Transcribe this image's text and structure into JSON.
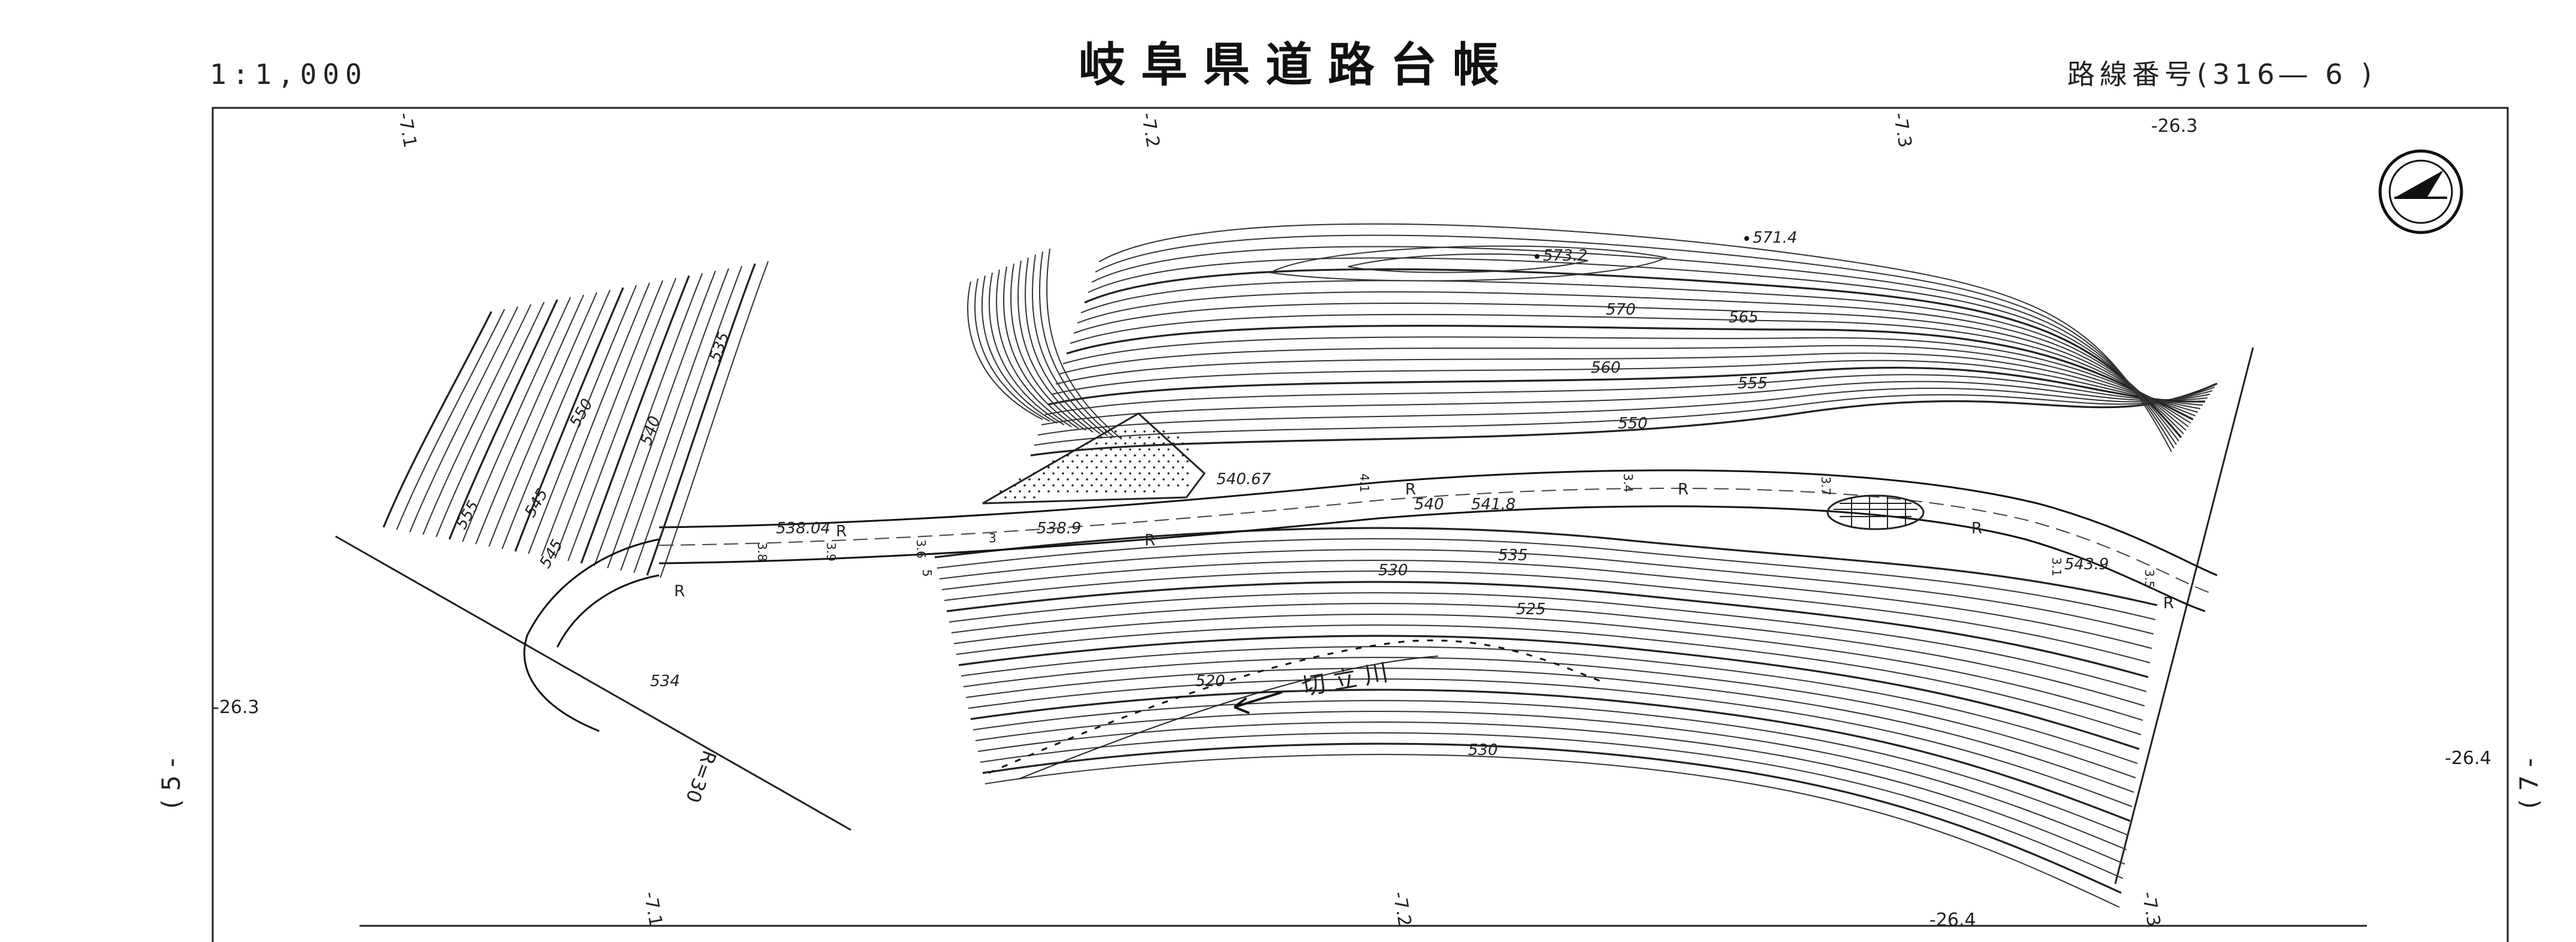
{
  "header": {
    "scale": "1:1,000",
    "title": "岐阜県道路台帳",
    "route_number": "路線番号(316― 6 )"
  },
  "sheet_refs": {
    "left": "( 5 -",
    "right": "( 7 -"
  },
  "grid_labels": {
    "top": [
      "-7.1",
      "-7.2",
      "-7.3"
    ],
    "bottom": [
      "-7.1",
      "-7.2",
      "-7.3"
    ],
    "left": "-26.3",
    "right": "-26.4",
    "top_right": "-26.3",
    "bottom_right": "-26.4"
  },
  "spot_heights": [
    "573.2",
    "571.4",
    "540.67",
    "541.8",
    "538.04",
    "538.9",
    "543.9",
    "534"
  ],
  "contour_labels": [
    "570",
    "565",
    "560",
    "555",
    "550",
    "545",
    "540",
    "535",
    "530",
    "525",
    "520",
    "555",
    "550",
    "545",
    "540",
    "535",
    "530"
  ],
  "river_label": "切 立 川",
  "curve_label": "R=30",
  "road_marks": [
    "R",
    "R",
    "R",
    "R",
    "R",
    "R",
    "R"
  ],
  "width_marks": [
    "3.9",
    "3.8",
    "3.6",
    "3",
    "5",
    "4.1",
    "3.4",
    "3.7",
    "3.1",
    "3.5"
  ],
  "icons": {
    "north_arrow": "north-arrow-icon"
  }
}
